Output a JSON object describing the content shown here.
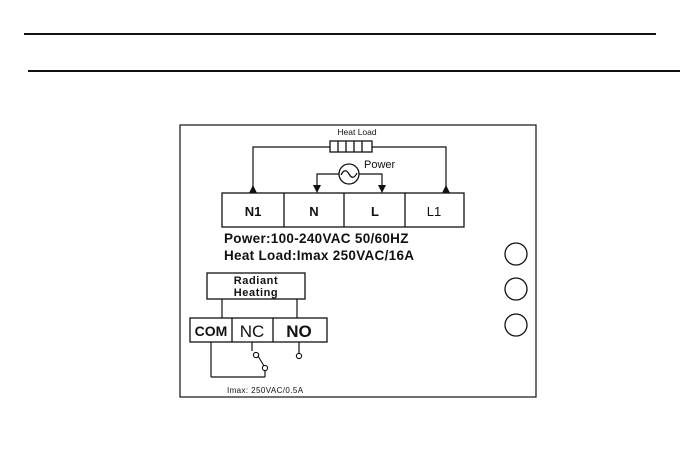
{
  "heat_load_label": "Heat Load",
  "power_label": "Power",
  "terminals_main": [
    "N1",
    "N",
    "L",
    "L1"
  ],
  "spec_power": "Power:100-240VAC 50/60HZ",
  "spec_heat_load": "Heat Load:Imax 250VAC/16A",
  "radiant_line1": "Radiant",
  "radiant_line2": "Heating",
  "terminals_relay": [
    "COM",
    "NC",
    "NO"
  ],
  "relay_rating": "Imax: 250VAC/0.5A"
}
